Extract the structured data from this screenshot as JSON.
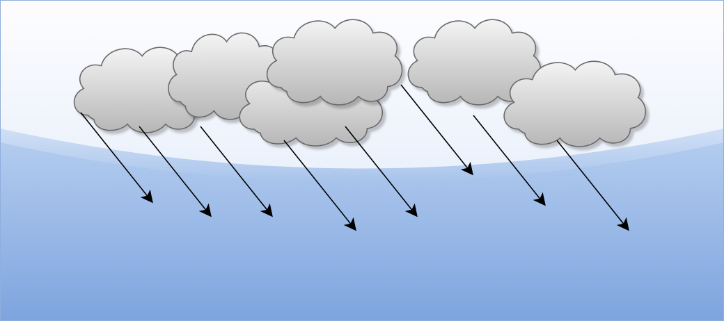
{
  "diagram": {
    "clouds": [
      {
        "id": "cloud-1"
      },
      {
        "id": "cloud-2"
      },
      {
        "id": "cloud-3"
      },
      {
        "id": "cloud-4"
      },
      {
        "id": "cloud-5"
      },
      {
        "id": "cloud-6"
      }
    ],
    "arrows": [
      {
        "id": "rain-arrow-1"
      },
      {
        "id": "rain-arrow-2"
      },
      {
        "id": "rain-arrow-3"
      },
      {
        "id": "rain-arrow-4"
      },
      {
        "id": "rain-arrow-5"
      },
      {
        "id": "rain-arrow-6"
      },
      {
        "id": "rain-arrow-7"
      },
      {
        "id": "rain-arrow-8"
      }
    ]
  },
  "colors": {
    "sky_top": "#fdfdff",
    "sky_horizon": "#dbe7f8",
    "ground_top": "#b7cff0",
    "ground_bottom": "#7ea4de",
    "cloud_light": "#f4f4f4",
    "cloud_dark": "#b6b6b6",
    "cloud_stroke": "#6a6a6a",
    "arrow": "#000000",
    "frame": "#8eaedd"
  },
  "icons": {
    "cloud": "cloud-icon",
    "arrow": "arrow-down-right-icon"
  }
}
